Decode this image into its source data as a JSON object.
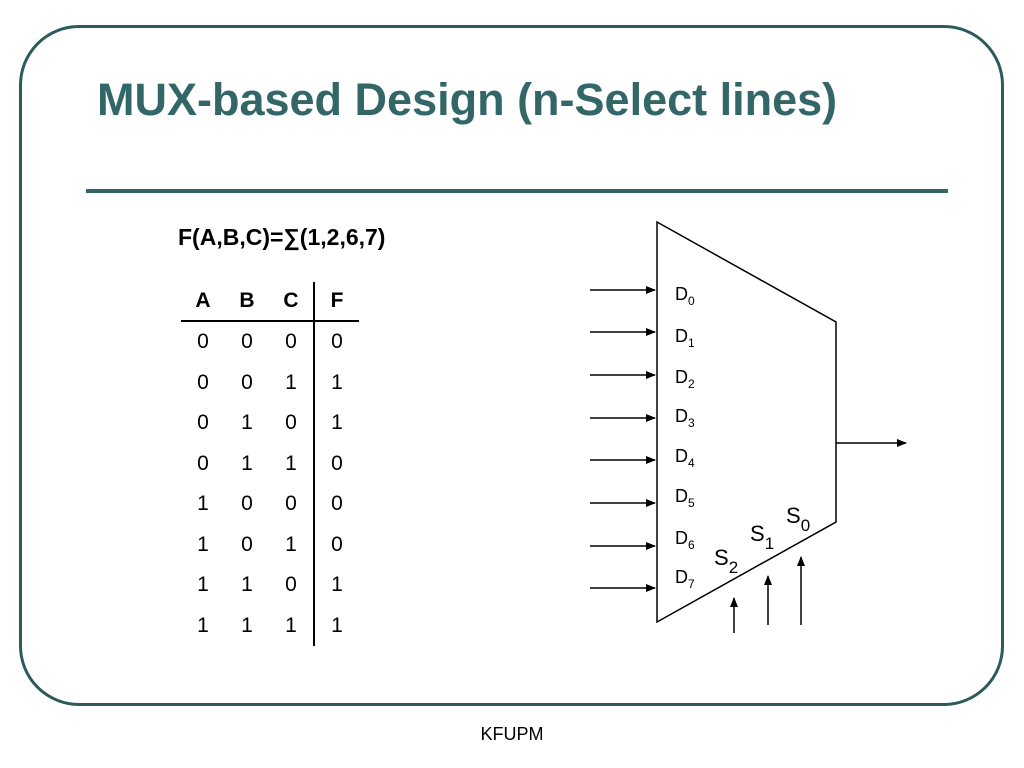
{
  "slide": {
    "title": "MUX-based Design (n-Select lines)",
    "formula": "F(A,B,C)=∑(1,2,6,7)",
    "footer": "KFUPM"
  },
  "truth_table": {
    "headers": [
      "A",
      "B",
      "C",
      "F"
    ],
    "rows": [
      [
        "0",
        "0",
        "0",
        "0"
      ],
      [
        "0",
        "0",
        "1",
        "1"
      ],
      [
        "0",
        "1",
        "0",
        "1"
      ],
      [
        "0",
        "1",
        "1",
        "0"
      ],
      [
        "1",
        "0",
        "0",
        "0"
      ],
      [
        "1",
        "0",
        "1",
        "0"
      ],
      [
        "1",
        "1",
        "0",
        "1"
      ],
      [
        "1",
        "1",
        "1",
        "1"
      ]
    ]
  },
  "mux": {
    "data_inputs": [
      {
        "base": "D",
        "sub": "0"
      },
      {
        "base": "D",
        "sub": "1"
      },
      {
        "base": "D",
        "sub": "2"
      },
      {
        "base": "D",
        "sub": "3"
      },
      {
        "base": "D",
        "sub": "4"
      },
      {
        "base": "D",
        "sub": "5"
      },
      {
        "base": "D",
        "sub": "6"
      },
      {
        "base": "D",
        "sub": "7"
      }
    ],
    "select_inputs": [
      {
        "base": "S",
        "sub": "2"
      },
      {
        "base": "S",
        "sub": "1"
      },
      {
        "base": "S",
        "sub": "0"
      }
    ]
  }
}
